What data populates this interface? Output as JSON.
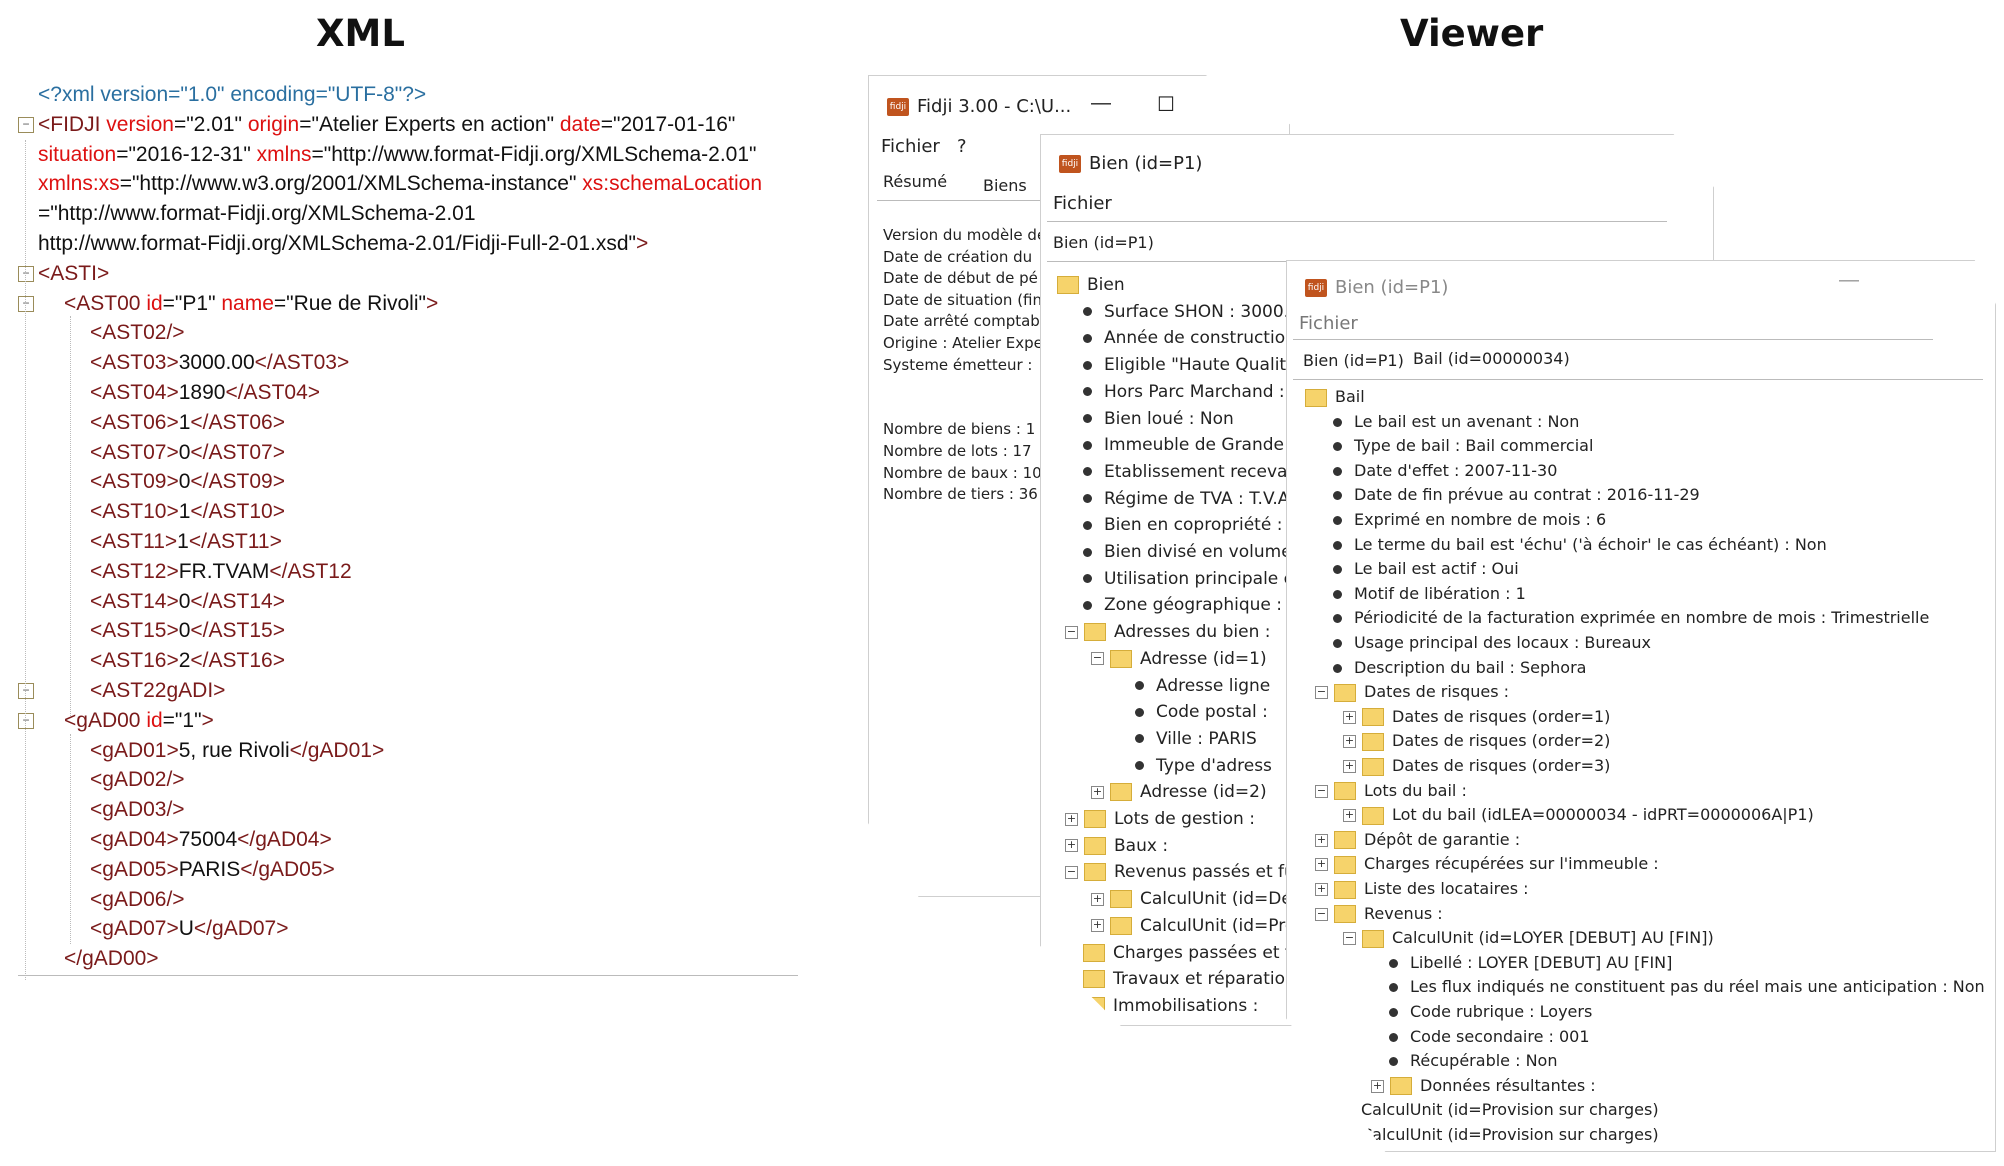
{
  "headings": {
    "xml": "XML",
    "viewer": "Viewer"
  },
  "xml_lines": [
    [
      [
        "pi",
        "<?xml version=\"1.0\" encoding=\"UTF-8\"?>"
      ]
    ],
    [
      [
        "t",
        "<FIDJI "
      ],
      [
        "a",
        "version"
      ],
      [
        "v",
        "=\"2.01\" "
      ],
      [
        "a",
        "origin"
      ],
      [
        "v",
        "=\"Atelier Experts en action\" "
      ],
      [
        "a",
        "date"
      ],
      [
        "v",
        "=\"2017-01-16\""
      ]
    ],
    [
      [
        "a",
        "situation"
      ],
      [
        "v",
        "=\"2016-12-31\" "
      ],
      [
        "a",
        "xmlns"
      ],
      [
        "v",
        "=\"http://www.format-Fidji.org/XMLSchema-2.01\""
      ]
    ],
    [
      [
        "a",
        "xmlns:xs"
      ],
      [
        "v",
        "=\"http://www.w3.org/2001/XMLSchema-instance\" "
      ],
      [
        "a",
        "xs:schemaLocation"
      ]
    ],
    [
      [
        "v",
        "=\"http://www.format-Fidji.org/XMLSchema-2.01"
      ]
    ],
    [
      [
        "v",
        "http://www.format-Fidji.org/XMLSchema-2.01/Fidji-Full-2-01.xsd\""
      ],
      [
        "t",
        ">"
      ]
    ],
    [
      [
        "t",
        "<ASTI>"
      ]
    ],
    [
      [
        "t",
        "<AST00 "
      ],
      [
        "a",
        "id"
      ],
      [
        "v",
        "=\"P1\" "
      ],
      [
        "a",
        "name"
      ],
      [
        "v",
        "=\"Rue de Rivoli\""
      ],
      [
        "t",
        ">"
      ]
    ],
    [
      [
        "t",
        "<AST02/>"
      ]
    ],
    [
      [
        "t",
        "<AST03>"
      ],
      [
        "txt",
        "3000.00"
      ],
      [
        "t",
        "</AST03>"
      ]
    ],
    [
      [
        "t",
        "<AST04>"
      ],
      [
        "txt",
        "1890"
      ],
      [
        "t",
        "</AST04>"
      ]
    ],
    [
      [
        "t",
        "<AST06>"
      ],
      [
        "txt",
        "1"
      ],
      [
        "t",
        "</AST06>"
      ]
    ],
    [
      [
        "t",
        "<AST07>"
      ],
      [
        "txt",
        "0"
      ],
      [
        "t",
        "</AST07>"
      ]
    ],
    [
      [
        "t",
        "<AST09>"
      ],
      [
        "txt",
        "0"
      ],
      [
        "t",
        "</AST09>"
      ]
    ],
    [
      [
        "t",
        "<AST10>"
      ],
      [
        "txt",
        "1"
      ],
      [
        "t",
        "</AST10>"
      ]
    ],
    [
      [
        "t",
        "<AST11>"
      ],
      [
        "txt",
        "1"
      ],
      [
        "t",
        "</AST11>"
      ]
    ],
    [
      [
        "t",
        "<AST12>"
      ],
      [
        "txt",
        "FR.TVAM"
      ],
      [
        "t",
        "</AST12"
      ]
    ],
    [
      [
        "t",
        "<AST14>"
      ],
      [
        "txt",
        "0"
      ],
      [
        "t",
        "</AST14>"
      ]
    ],
    [
      [
        "t",
        "<AST15>"
      ],
      [
        "txt",
        "0"
      ],
      [
        "t",
        "</AST15>"
      ]
    ],
    [
      [
        "t",
        "<AST16>"
      ],
      [
        "txt",
        "2"
      ],
      [
        "t",
        "</AST16>"
      ]
    ],
    [
      [
        "t",
        "<AST22gADI>"
      ]
    ],
    [
      [
        "t",
        "<gAD00 "
      ],
      [
        "a",
        "id"
      ],
      [
        "v",
        "=\"1\""
      ],
      [
        "t",
        ">"
      ]
    ],
    [
      [
        "t",
        "<gAD01>"
      ],
      [
        "txt",
        "5, rue Rivoli"
      ],
      [
        "t",
        "</gAD01>"
      ]
    ],
    [
      [
        "t",
        "<gAD02/>"
      ]
    ],
    [
      [
        "t",
        "<gAD03/>"
      ]
    ],
    [
      [
        "t",
        "<gAD04>"
      ],
      [
        "txt",
        "75004"
      ],
      [
        "t",
        "</gAD04>"
      ]
    ],
    [
      [
        "t",
        "<gAD05>"
      ],
      [
        "txt",
        "PARIS"
      ],
      [
        "t",
        "</gAD05>"
      ]
    ],
    [
      [
        "t",
        "<gAD06/>"
      ]
    ],
    [
      [
        "t",
        "<gAD07>"
      ],
      [
        "txt",
        "U"
      ],
      [
        "t",
        "</gAD07>"
      ]
    ],
    [
      [
        "t",
        "</gAD00>"
      ]
    ]
  ],
  "window1": {
    "title": "Fidji 3.00 - C:\\U...",
    "minimize": "—",
    "maximize": "☐",
    "menu": "Fichier   ?",
    "tabs": [
      "Résumé",
      "Biens"
    ],
    "summary": [
      "Version du modèle de",
      "Date de création du",
      "Date de début de pé",
      "Date de situation (fin",
      "Date arrêté comptab",
      "Origine : Atelier Expe",
      "Systeme émetteur :",
      "",
      "",
      "Nombre de biens : 1",
      "Nombre de lots : 17",
      "Nombre de baux : 10",
      "Nombre de tiers : 36"
    ]
  },
  "window2": {
    "title": "Bien (id=P1)",
    "menu": "Fichier",
    "tab": "Bien (id=P1)",
    "tree": [
      {
        "lvl": 0,
        "k": "folder",
        "t": "Bien"
      },
      {
        "lvl": 1,
        "k": "dot",
        "t": "Surface SHON : 3000."
      },
      {
        "lvl": 1,
        "k": "dot",
        "t": "Année de construction"
      },
      {
        "lvl": 1,
        "k": "dot",
        "t": "Eligible \"Haute Qualité"
      },
      {
        "lvl": 1,
        "k": "dot",
        "t": "Hors Parc Marchand :"
      },
      {
        "lvl": 1,
        "k": "dot",
        "t": "Bien loué : Non"
      },
      {
        "lvl": 1,
        "k": "dot",
        "t": "Immeuble de Grande H"
      },
      {
        "lvl": 1,
        "k": "dot",
        "t": "Etablissement recevan"
      },
      {
        "lvl": 1,
        "k": "dot",
        "t": "Régime de TVA : T.V.A"
      },
      {
        "lvl": 1,
        "k": "dot",
        "t": "Bien en copropriété : I"
      },
      {
        "lvl": 1,
        "k": "dot",
        "t": "Bien divisé en volumes"
      },
      {
        "lvl": 1,
        "k": "dot",
        "t": "Utilisation principale e"
      },
      {
        "lvl": 1,
        "k": "dot",
        "t": "Zone géographique :"
      },
      {
        "lvl": 1,
        "k": "folder",
        "exp": "−",
        "t": "Adresses du bien :"
      },
      {
        "lvl": 2,
        "k": "folder",
        "exp": "−",
        "t": "Adresse (id=1)"
      },
      {
        "lvl": 3,
        "k": "dot",
        "t": "Adresse ligne"
      },
      {
        "lvl": 3,
        "k": "dot",
        "t": "Code postal :"
      },
      {
        "lvl": 3,
        "k": "dot",
        "t": "Ville : PARIS"
      },
      {
        "lvl": 3,
        "k": "dot",
        "t": "Type d'adress"
      },
      {
        "lvl": 2,
        "k": "folder",
        "exp": "+",
        "t": "Adresse (id=2)"
      },
      {
        "lvl": 1,
        "k": "folder",
        "exp": "+",
        "t": "Lots de gestion :"
      },
      {
        "lvl": 1,
        "k": "folder",
        "exp": "+",
        "t": "Baux :"
      },
      {
        "lvl": 1,
        "k": "folder",
        "exp": "−",
        "t": "Revenus passés et fu"
      },
      {
        "lvl": 2,
        "k": "folder",
        "exp": "+",
        "t": "CalculUnit (id=Déc"
      },
      {
        "lvl": 2,
        "k": "folder",
        "exp": "+",
        "t": "CalculUnit (id=Pro"
      },
      {
        "lvl": 1,
        "k": "folder",
        "t": "Charges passées et fu"
      },
      {
        "lvl": 1,
        "k": "folder",
        "t": "Travaux et réparation"
      },
      {
        "lvl": 1,
        "k": "folder",
        "t": "Immobilisations :"
      }
    ]
  },
  "window3": {
    "title": "Bien (id=P1)",
    "minimize": "—",
    "menu": "Fichier",
    "tabs": [
      "Bien (id=P1)",
      "Bail (id=00000034)"
    ],
    "tree": [
      {
        "lvl": 0,
        "k": "folder",
        "t": "Bail"
      },
      {
        "lvl": 1,
        "k": "dot",
        "t": "Le bail est un avenant : Non"
      },
      {
        "lvl": 1,
        "k": "dot",
        "t": "Type de bail : Bail commercial"
      },
      {
        "lvl": 1,
        "k": "dot",
        "t": "Date d'effet : 2007-11-30"
      },
      {
        "lvl": 1,
        "k": "dot",
        "t": "Date de fin prévue au contrat : 2016-11-29"
      },
      {
        "lvl": 1,
        "k": "dot",
        "t": "Exprimé en nombre de mois : 6"
      },
      {
        "lvl": 1,
        "k": "dot",
        "t": "Le terme du bail est 'échu' ('à échoir' le cas échéant) : Non"
      },
      {
        "lvl": 1,
        "k": "dot",
        "t": "Le bail est actif : Oui"
      },
      {
        "lvl": 1,
        "k": "dot",
        "t": "Motif de libération : 1"
      },
      {
        "lvl": 1,
        "k": "dot",
        "t": "Périodicité de la facturation exprimée en nombre de mois : Trimestrielle"
      },
      {
        "lvl": 1,
        "k": "dot",
        "t": "Usage principal des locaux : Bureaux"
      },
      {
        "lvl": 1,
        "k": "dot",
        "t": "Description du bail : Sephora"
      },
      {
        "lvl": 1,
        "k": "folder",
        "exp": "−",
        "t": "Dates de risques :"
      },
      {
        "lvl": 2,
        "k": "folder",
        "exp": "+",
        "t": "Dates de risques (order=1)"
      },
      {
        "lvl": 2,
        "k": "folder",
        "exp": "+",
        "t": "Dates de risques (order=2)"
      },
      {
        "lvl": 2,
        "k": "folder",
        "exp": "+",
        "t": "Dates de risques (order=3)"
      },
      {
        "lvl": 1,
        "k": "folder",
        "exp": "−",
        "t": "Lots du bail :"
      },
      {
        "lvl": 2,
        "k": "folder",
        "exp": "+",
        "t": "Lot du bail (idLEA=00000034 - idPRT=0000006A|P1)"
      },
      {
        "lvl": 1,
        "k": "folder",
        "exp": "+",
        "t": "Dépôt de garantie :"
      },
      {
        "lvl": 1,
        "k": "folder",
        "exp": "+",
        "t": "Charges récupérées sur l'immeuble :"
      },
      {
        "lvl": 1,
        "k": "folder",
        "exp": "+",
        "t": "Liste des locataires :"
      },
      {
        "lvl": 1,
        "k": "folder",
        "exp": "−",
        "t": "Revenus :"
      },
      {
        "lvl": 2,
        "k": "folder",
        "exp": "−",
        "t": "CalculUnit (id=LOYER [DEBUT] AU [FIN])"
      },
      {
        "lvl": 3,
        "k": "dot",
        "t": "Libellé : LOYER [DEBUT] AU [FIN]"
      },
      {
        "lvl": 3,
        "k": "dot",
        "t": "Les flux indiqués ne constituent pas du réel mais une anticipation : Non"
      },
      {
        "lvl": 3,
        "k": "dot",
        "t": "Code rubrique : Loyers"
      },
      {
        "lvl": 3,
        "k": "dot",
        "t": "Code secondaire : 001"
      },
      {
        "lvl": 3,
        "k": "dot",
        "t": "Récupérable : Non"
      },
      {
        "lvl": 3,
        "k": "folder",
        "exp": "+",
        "t": "Données résultantes :"
      },
      {
        "lvl": 2,
        "k": "none",
        "t": "CalculUnit (id=Provision sur charges)"
      },
      {
        "lvl": 2,
        "k": "none",
        "t": "CalculUnit (id=Provision sur charges)"
      }
    ]
  }
}
